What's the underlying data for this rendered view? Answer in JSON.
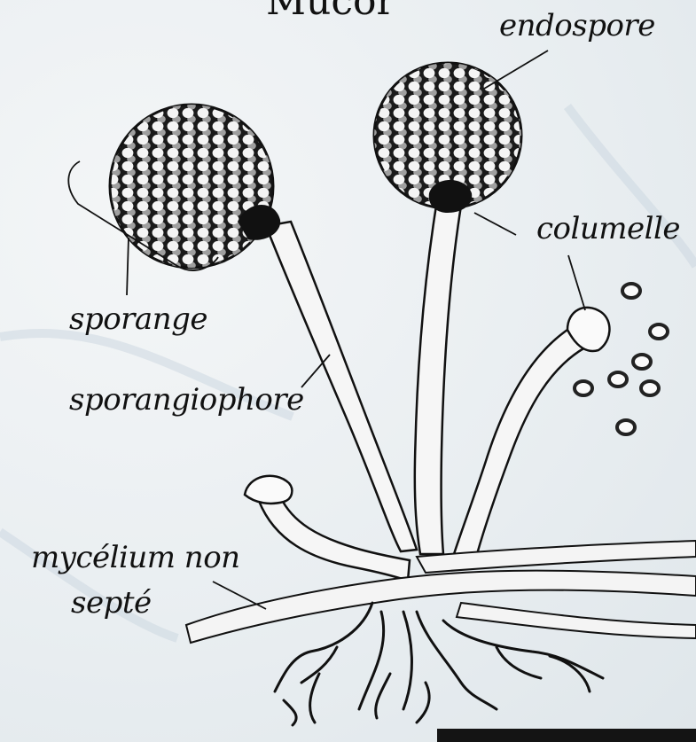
{
  "title": "Mucor",
  "labels": {
    "endospore": "endospore",
    "columelle": "columelle",
    "sporange": "sporange",
    "sporangiophore": "sporangiophore",
    "mycelium_line1": "mycélium non",
    "mycelium_line2": "septé"
  },
  "colors": {
    "ink": "#111111",
    "background": "#eef1f3",
    "spore_fill": "#ffffff"
  }
}
